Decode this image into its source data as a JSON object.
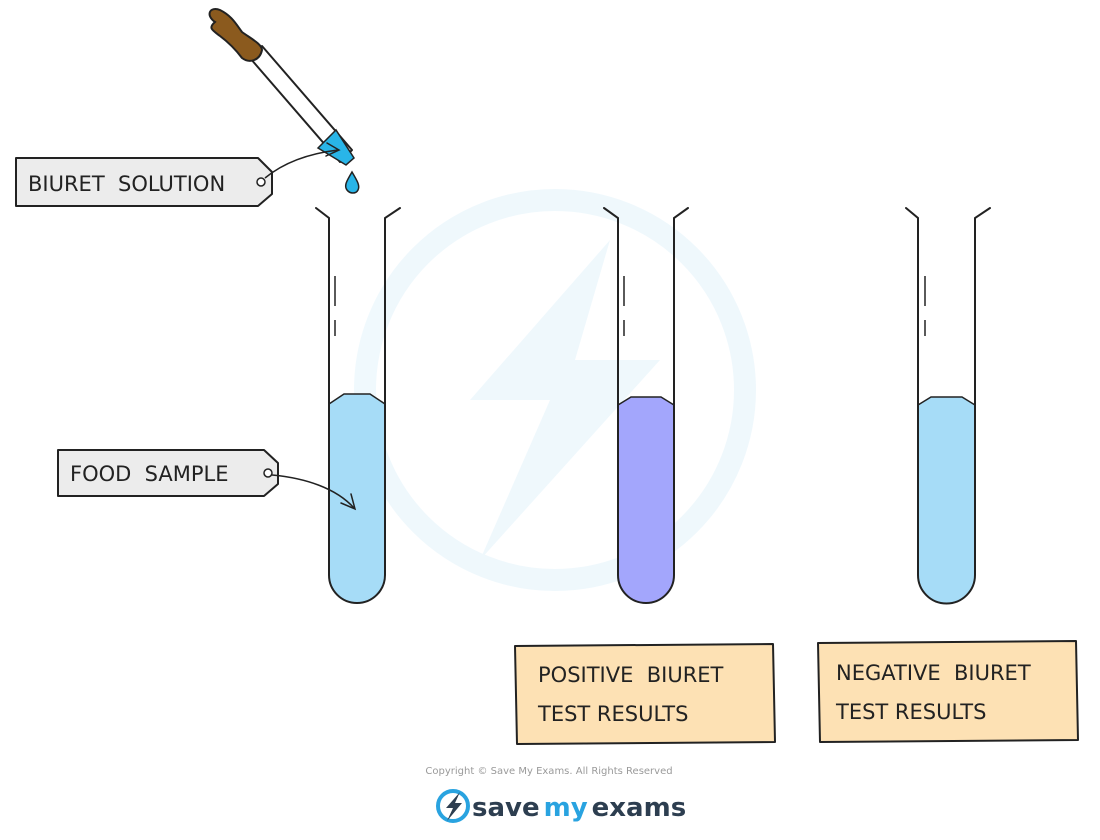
{
  "labels": {
    "biuret_solution": "BIURET  SOLUTION",
    "food_sample": "FOOD  SAMPLE"
  },
  "results": {
    "positive": {
      "line1": "POSITIVE  BIURET",
      "line2": "TEST RESULTS"
    },
    "negative": {
      "line1": "NEGATIVE  BIURET",
      "line2": "TEST RESULTS"
    }
  },
  "footer": {
    "copyright": "Copyright © Save My Exams. All Rights Reserved",
    "brand_save": "save",
    "brand_my": "my",
    "brand_exams": "exams"
  },
  "colors": {
    "biuret_blue": "#29b5e8",
    "sample_blue": "#a6dcf7",
    "positive_purple": "#a3a6fc",
    "label_tag": "#ececec",
    "result_box": "#fde1b4",
    "dropper_bulb": "#8b5a1e",
    "brand_blue": "#29a3e0"
  },
  "icons": [
    "dropper-icon",
    "lightning-icon"
  ]
}
